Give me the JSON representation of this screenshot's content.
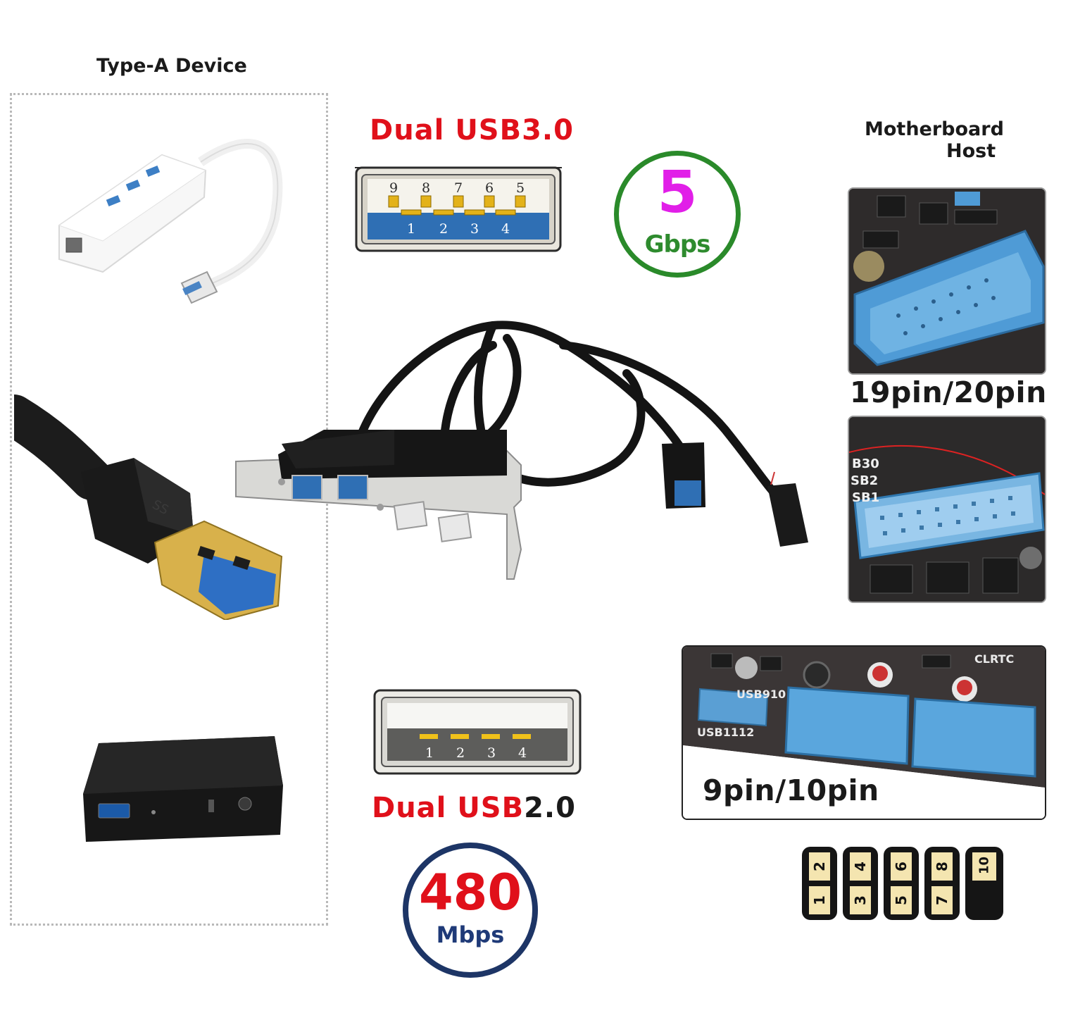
{
  "device_column": {
    "title": "Type-A Device"
  },
  "usb3": {
    "title_prefix": "Dual ",
    "title_suffix": "USB3.0",
    "title_color": "#e0101a",
    "top_pins": [
      "9",
      "8",
      "7",
      "6",
      "5"
    ],
    "bottom_pins": [
      "1",
      "2",
      "3",
      "4"
    ],
    "speed_value": "5",
    "speed_unit": "Gbps",
    "speed_value_color": "#e11ee8",
    "speed_unit_color": "#2e8b2e",
    "badge_ring_color": "#2a8a2a"
  },
  "usb2": {
    "title_prefix": "Dual ",
    "title_mid": "USB",
    "title_suffix": "2.0",
    "title_color": "#e0101a",
    "bottom_pins": [
      "1",
      "2",
      "3",
      "4"
    ],
    "speed_value": "480",
    "speed_unit": "Mbps",
    "speed_value_color": "#e0101a",
    "speed_unit_color": "#1f3a78",
    "badge_ring_color": "#1d3566"
  },
  "host": {
    "title_line1": "Motherboard",
    "title_line2": "Host",
    "header_19_20": "19pin/20pin",
    "header_9_10": "9pin/10pin",
    "board_labels": [
      "B30",
      "SB2",
      "SB1",
      "USB910",
      "USB1112",
      "CLRTC"
    ]
  },
  "pinout_9_10": {
    "top_row": [
      "2",
      "4",
      "6",
      "8",
      "10"
    ],
    "bottom_row": [
      "1",
      "3",
      "5",
      "7",
      ""
    ]
  },
  "colors": {
    "usb3_blue": "#2f6fb4",
    "header_blue": "#5aa6dd",
    "cable_black": "#141414",
    "gold": "#d7a51f"
  }
}
